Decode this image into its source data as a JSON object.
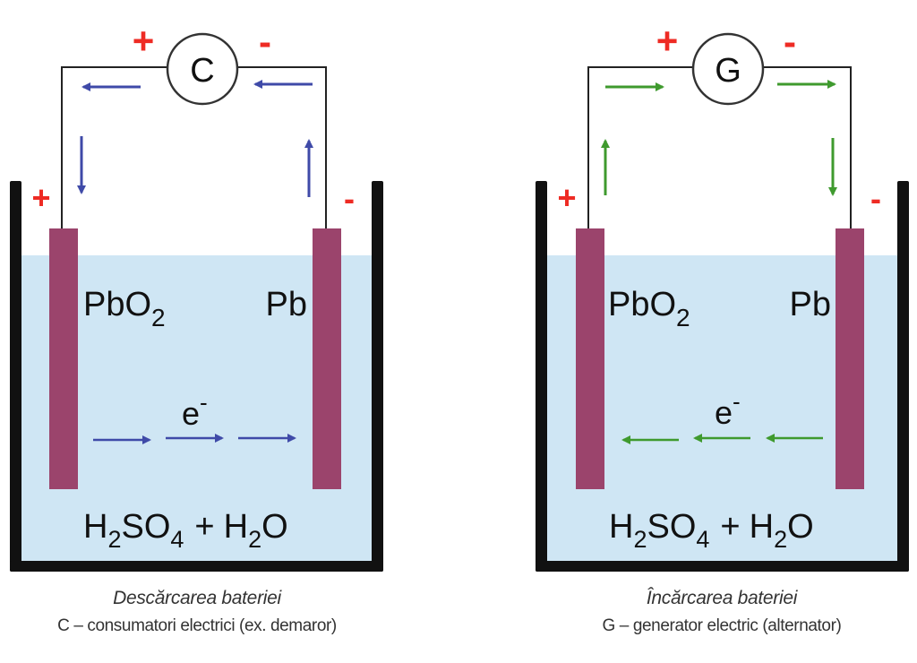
{
  "colors": {
    "wire": "#222222",
    "wall": "#111111",
    "electrode": "#9b446c",
    "electrolyte": "#cfe6f4",
    "sign": "#ee2b24",
    "discharge_arrow": "#3f4aa8",
    "charge_arrow": "#3f9a2e"
  },
  "panels": [
    {
      "id": "discharge",
      "device_symbol": "C",
      "device_plus": "+",
      "device_minus": "-",
      "electrode_plus": "+",
      "electrode_minus": "-",
      "left_electrode": {
        "formula": "PbO",
        "subscript": "2"
      },
      "right_electrode": {
        "formula": "Pb"
      },
      "electron": {
        "symbol": "e",
        "charge": "-"
      },
      "electron_flow": "left-to-right",
      "electrolyte": {
        "h": "H",
        "h_sub": "2",
        "so": "SO",
        "so_sub": "4",
        "plus": "+",
        "h2": "H",
        "h2_sub": "2",
        "o": "O"
      },
      "caption_title": "Descărcarea bateriei",
      "caption_desc": "C – consumatori electrici (ex. demaror)"
    },
    {
      "id": "charge",
      "device_symbol": "G",
      "device_plus": "+",
      "device_minus": "-",
      "electrode_plus": "+",
      "electrode_minus": "-",
      "left_electrode": {
        "formula": "PbO",
        "subscript": "2"
      },
      "right_electrode": {
        "formula": "Pb"
      },
      "electron": {
        "symbol": "e",
        "charge": "-"
      },
      "electron_flow": "right-to-left",
      "electrolyte": {
        "h": "H",
        "h_sub": "2",
        "so": "SO",
        "so_sub": "4",
        "plus": "+",
        "h2": "H",
        "h2_sub": "2",
        "o": "O"
      },
      "caption_title": "Încărcarea bateriei",
      "caption_desc": "G – generator electric (alternator)"
    }
  ]
}
